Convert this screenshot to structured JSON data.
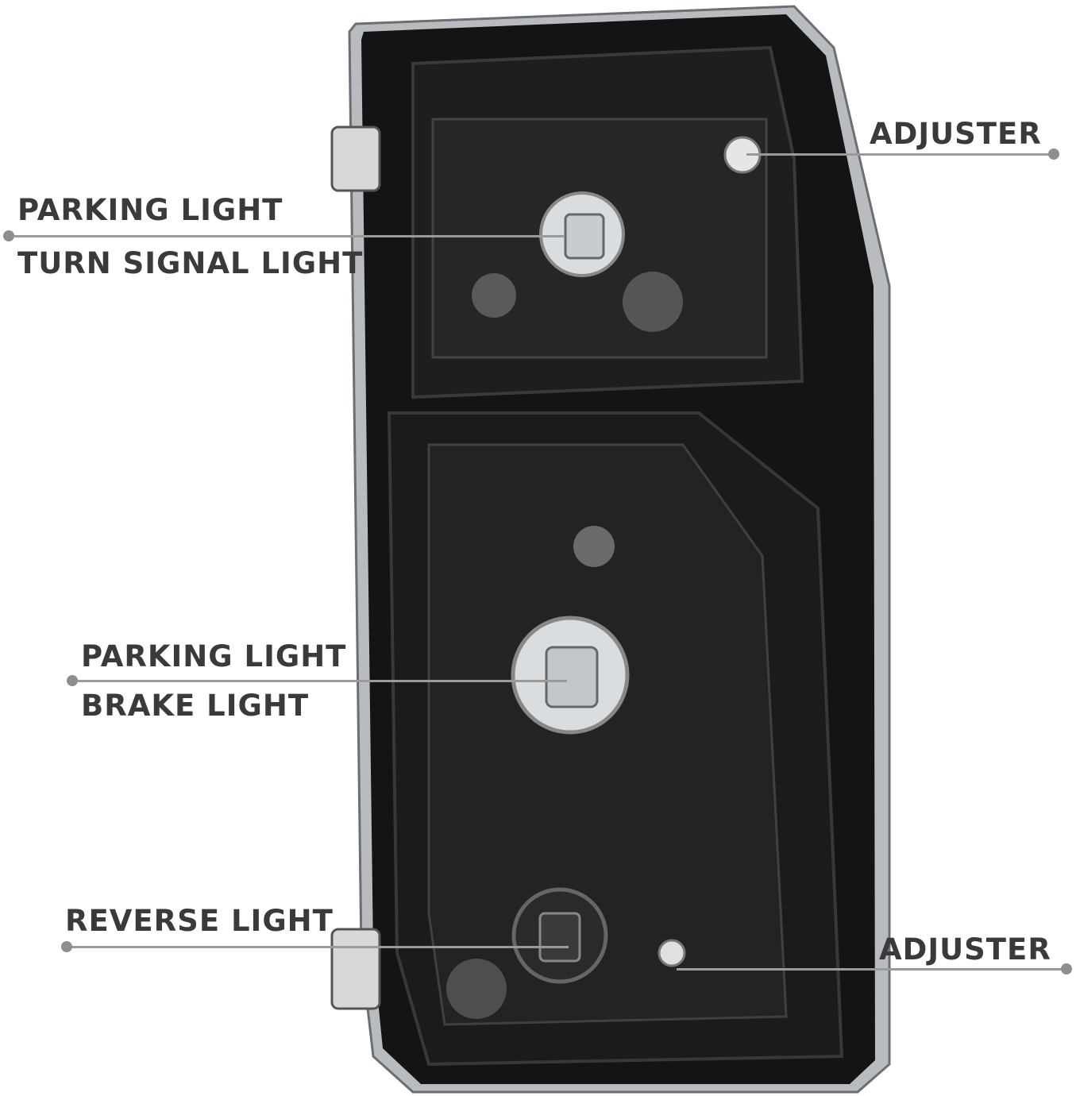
{
  "callouts": {
    "adjuster_top": "ADJUSTER",
    "parking_turn_line1": "PARKING LIGHT",
    "parking_turn_line2": "TURN SIGNAL LIGHT",
    "parking_brake_line1": "PARKING LIGHT",
    "parking_brake_line2": "BRAKE LIGHT",
    "reverse": "REVERSE LIGHT",
    "adjuster_bottom": "ADJUSTER"
  },
  "colors": {
    "label_text": "#3a3a3a",
    "leader_line": "#9a9a9a",
    "housing": "#141414",
    "socket": "#d9dde0"
  }
}
